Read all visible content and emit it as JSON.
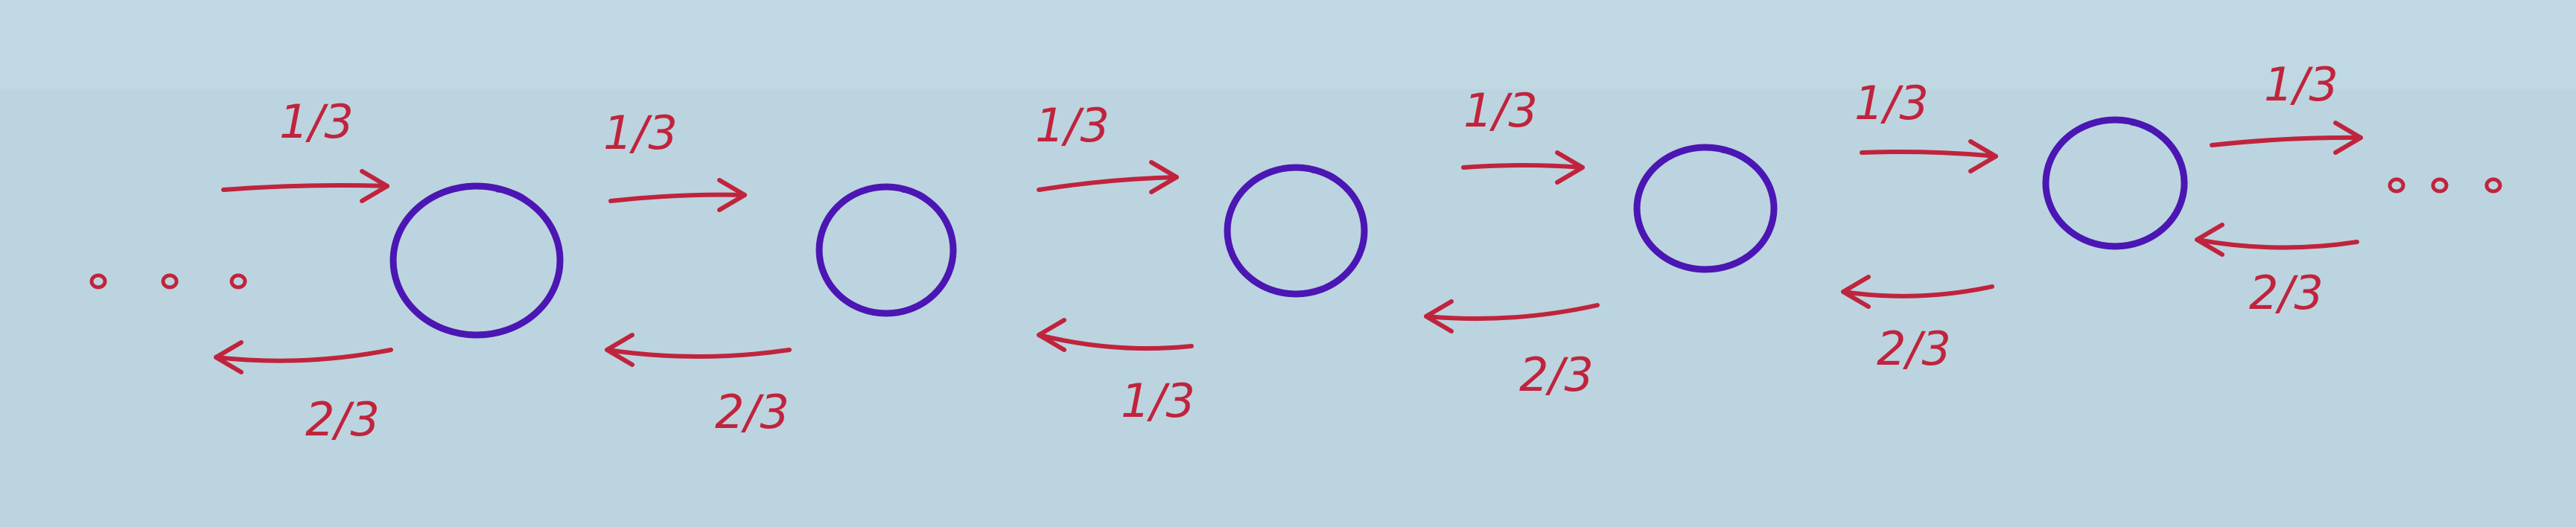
{
  "diagram": {
    "states": 5,
    "edge_labels": {
      "forward": [
        "1/3",
        "1/3",
        "1/3",
        "1/3",
        "1/3",
        "1/3"
      ],
      "backward": [
        "2/3",
        "2/3",
        "1/3",
        "2/3",
        "2/3",
        "2/3"
      ]
    },
    "colors": {
      "paper": "#bcd4df",
      "states": "#4b16b3",
      "arrows": "#c0243d"
    }
  }
}
